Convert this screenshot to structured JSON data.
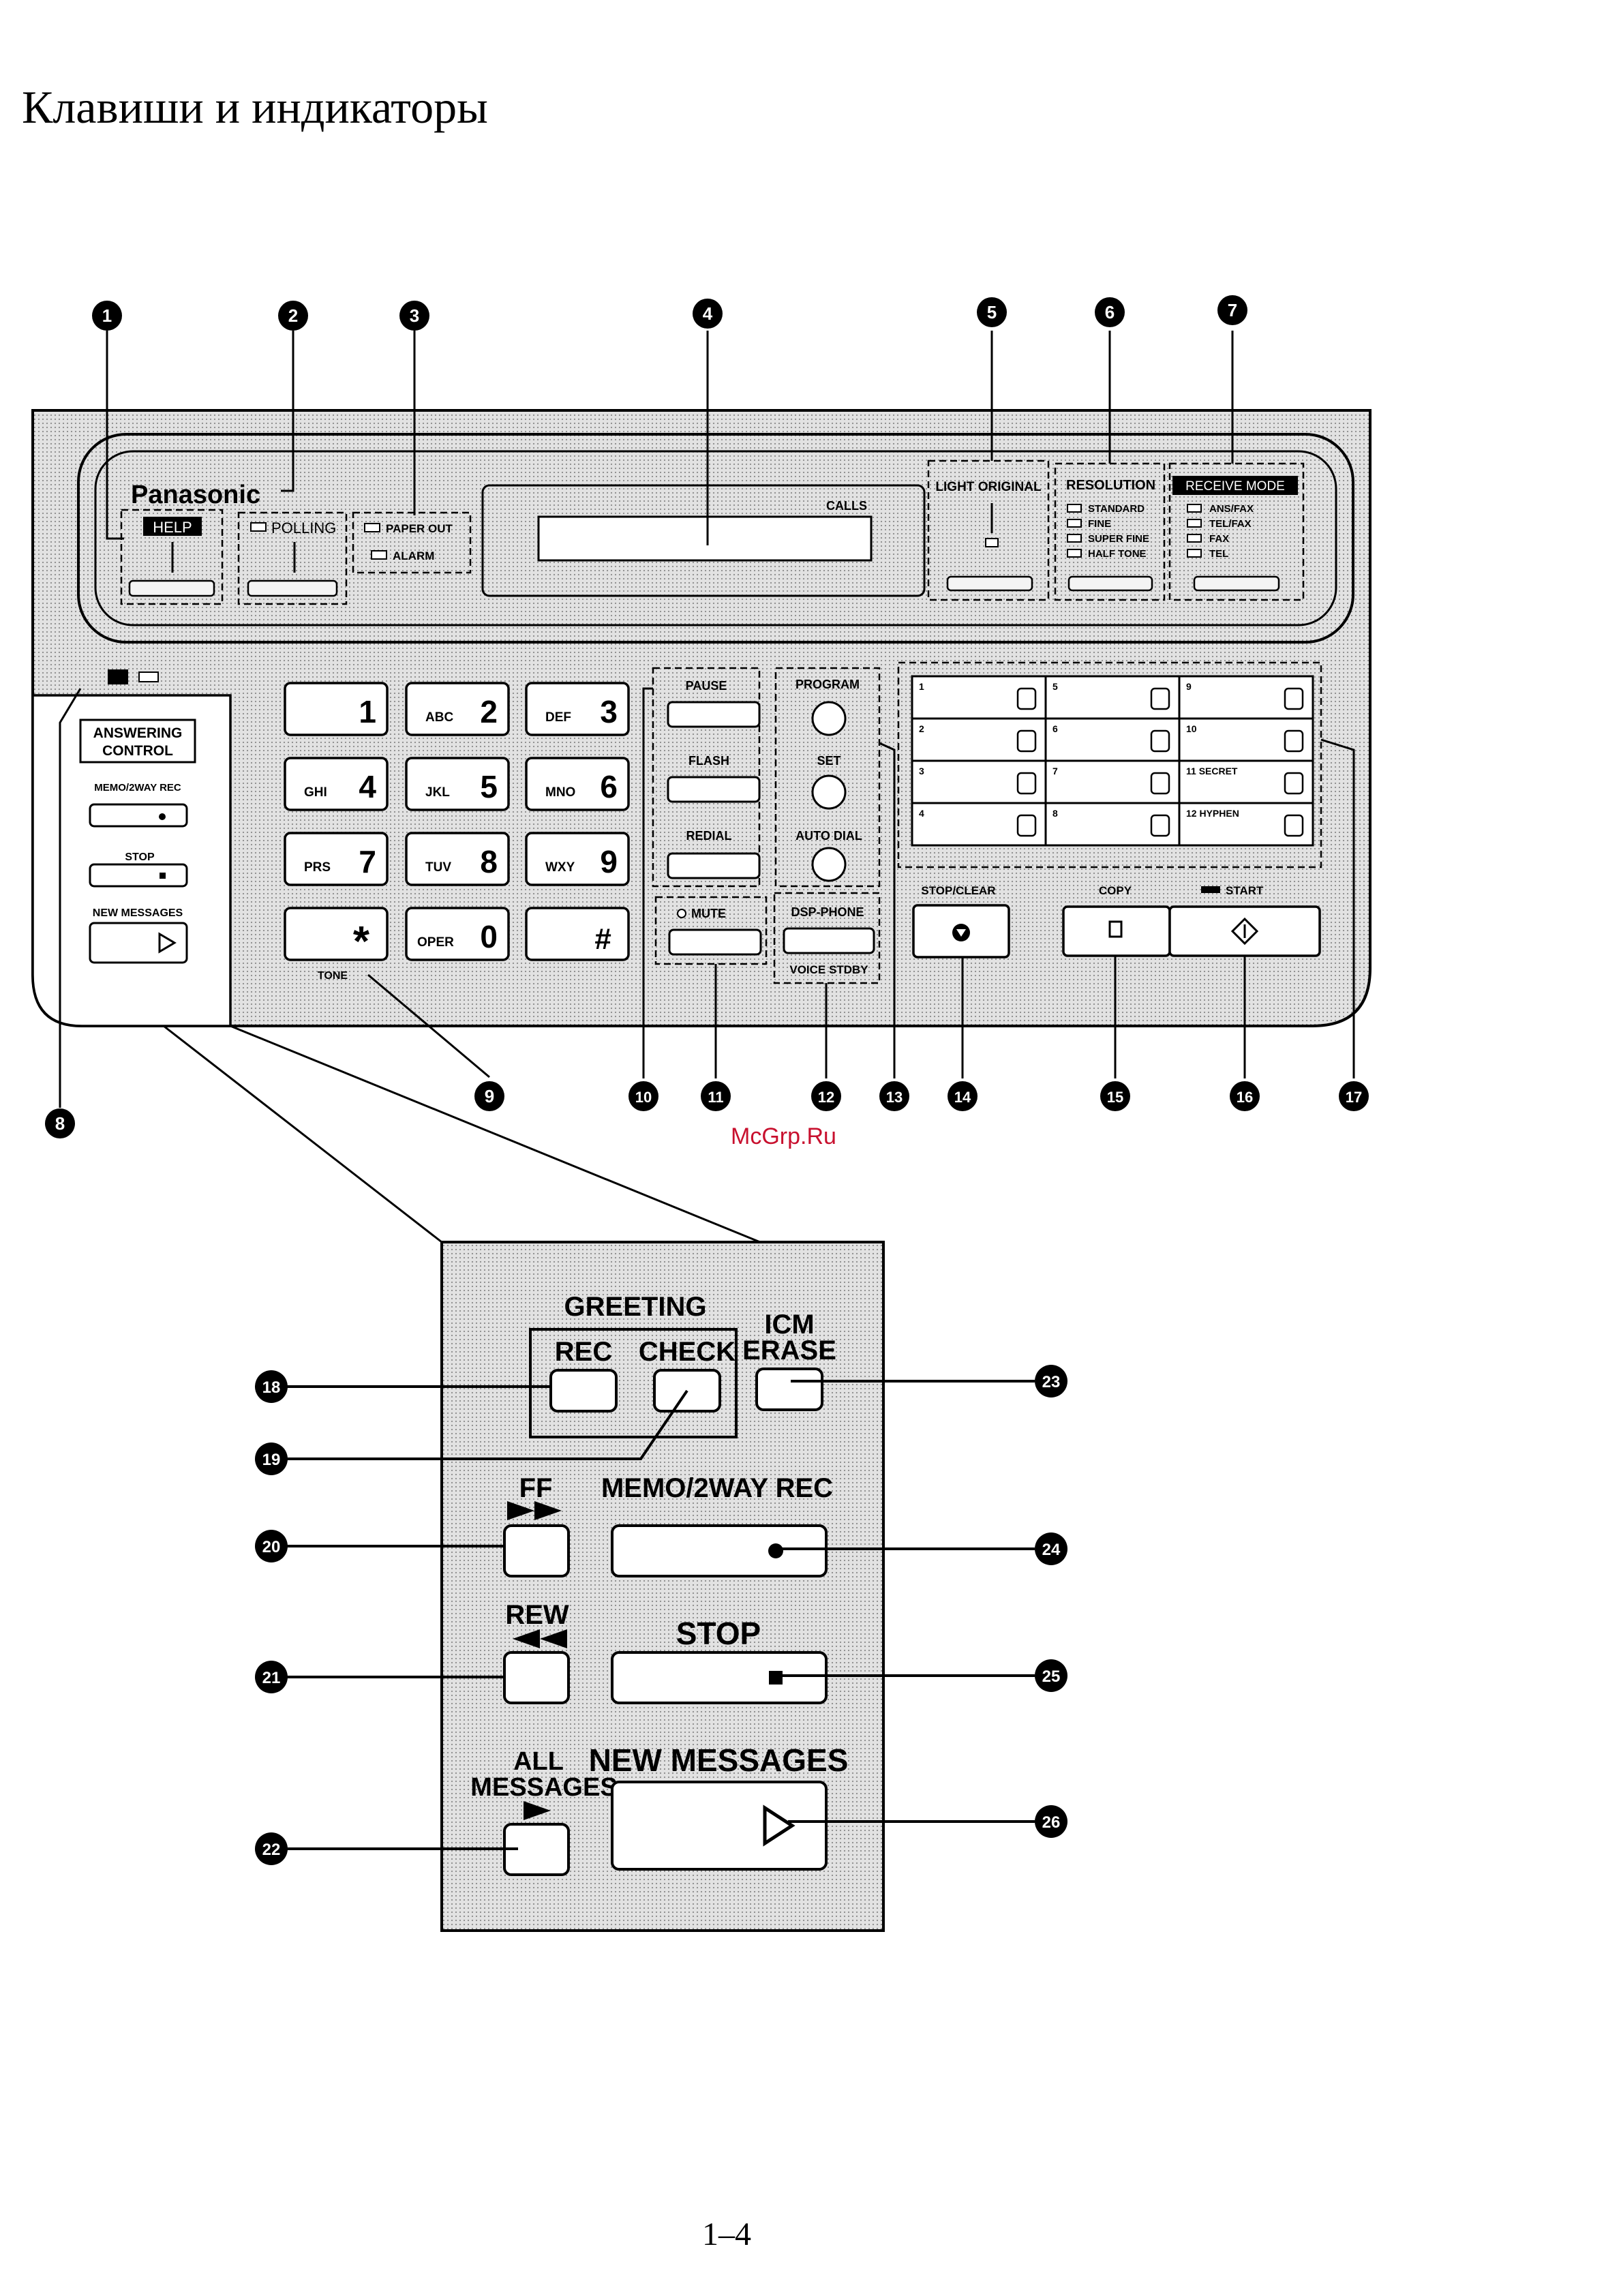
{
  "page": {
    "title": "Клавиши и индикаторы",
    "page_number": "1–4",
    "watermark": "McGrp.Ru"
  },
  "panel": {
    "brand": "Panasonic",
    "help": "HELP",
    "polling": "POLLING",
    "paper_out": "PAPER OUT",
    "alarm": "ALARM",
    "calls": "CALLS",
    "light_original": "LIGHT ORIGINAL",
    "resolution": "RESOLUTION",
    "resolution_options": [
      "STANDARD",
      "FINE",
      "SUPER FINE",
      "HALF TONE"
    ],
    "receive_mode": "RECEIVE MODE",
    "receive_options": [
      "ANS/FAX",
      "TEL/FAX",
      "FAX",
      "TEL"
    ],
    "answering_control": [
      "ANSWERING",
      "CONTROL"
    ],
    "memo_2way_rec": "MEMO/2WAY REC",
    "stop": "STOP",
    "new_messages": "NEW MESSAGES",
    "keypad": [
      {
        "letters": "",
        "digit": "1"
      },
      {
        "letters": "ABC",
        "digit": "2"
      },
      {
        "letters": "DEF",
        "digit": "3"
      },
      {
        "letters": "GHI",
        "digit": "4"
      },
      {
        "letters": "JKL",
        "digit": "5"
      },
      {
        "letters": "MNO",
        "digit": "6"
      },
      {
        "letters": "PRS",
        "digit": "7"
      },
      {
        "letters": "TUV",
        "digit": "8"
      },
      {
        "letters": "WXY",
        "digit": "9"
      },
      {
        "letters": "",
        "digit": "*"
      },
      {
        "letters": "OPER",
        "digit": "0"
      },
      {
        "letters": "",
        "digit": "#"
      }
    ],
    "tone": "TONE",
    "pause": "PAUSE",
    "flash": "FLASH",
    "redial": "REDIAL",
    "mute": "MUTE",
    "program": "PROGRAM",
    "set": "SET",
    "auto_dial": "AUTO DIAL",
    "dsp_phone": "DSP-PHONE",
    "voice_stdby": "VOICE STDBY",
    "one_touch": [
      "1",
      "5",
      "9",
      "2",
      "6",
      "10",
      "3",
      "7",
      "11 SECRET",
      "4",
      "8",
      "12 HYPHEN"
    ],
    "stop_clear": "STOP/CLEAR",
    "copy": "COPY",
    "start": "START"
  },
  "callouts": [
    "1",
    "2",
    "3",
    "4",
    "5",
    "6",
    "7",
    "8",
    "9",
    "10",
    "11",
    "12",
    "13",
    "14",
    "15",
    "16",
    "17",
    "18",
    "19",
    "20",
    "21",
    "22",
    "23",
    "24",
    "25",
    "26"
  ],
  "detail": {
    "greeting": "GREETING",
    "rec": "REC",
    "check": "CHECK",
    "icm_erase": [
      "ICM",
      "ERASE"
    ],
    "ff": "FF",
    "memo_2way_rec": "MEMO/2WAY REC",
    "rew": "REW",
    "stop": "STOP",
    "all_messages": [
      "ALL",
      "MESSAGES"
    ],
    "new_messages": "NEW MESSAGES"
  }
}
